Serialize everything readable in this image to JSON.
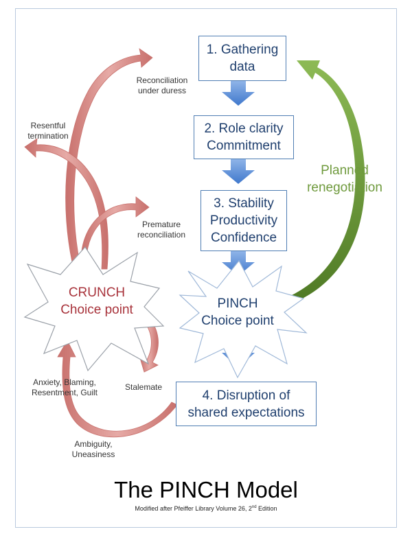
{
  "title": "The PINCH Model",
  "subtitle_pre": "Modified after Pfeiffer Library Volume 26, 2",
  "subtitle_sup": "nd",
  "subtitle_post": " Edition",
  "boxes": {
    "gathering": [
      "1. Gathering",
      "data"
    ],
    "role": [
      "2. Role clarity",
      "Commitment"
    ],
    "stability": [
      "3. Stability",
      "Productivity",
      "Confidence"
    ],
    "disruption": [
      "4. Disruption of",
      "shared expectations"
    ]
  },
  "pinch": [
    "PINCH",
    "Choice point"
  ],
  "crunch": [
    "CRUNCH",
    "Choice point"
  ],
  "planned": [
    "Planned",
    "renegotiation"
  ],
  "labels": {
    "reconciliation": [
      "Reconciliation",
      "under duress"
    ],
    "resentful": [
      "Resentful",
      "termination"
    ],
    "premature": [
      "Premature",
      "reconciliation"
    ],
    "anxiety": [
      "Anxiety, Blaming,",
      "Resentment, Guilt"
    ],
    "stalemate": "Stalemate",
    "ambiguity": [
      "Ambiguity,",
      "Uneasiness"
    ]
  },
  "colors": {
    "blue_border": "#4f7db3",
    "blue_arrow": "#5b8fd6",
    "red_arrow": "#d99591",
    "red_text": "#a8333b",
    "green": "#6f9a3d",
    "pinch_text": "#1f3f6e"
  }
}
